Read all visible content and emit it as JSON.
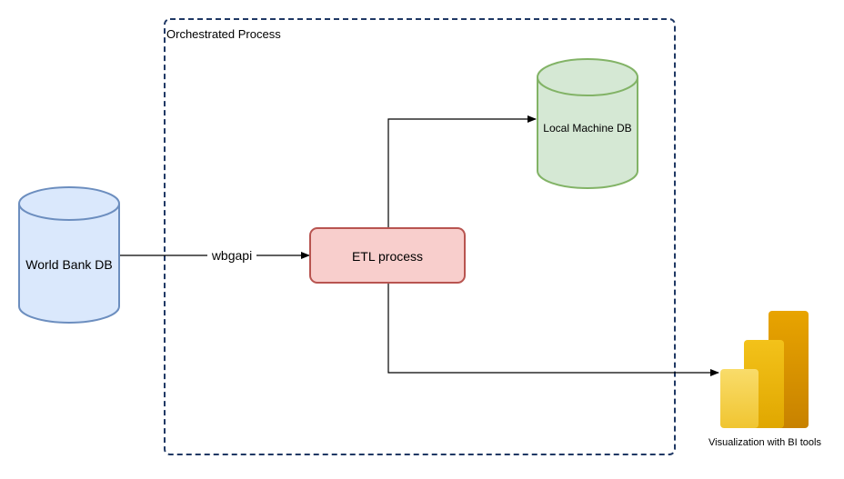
{
  "group": {
    "label": "Orchestrated Process"
  },
  "nodes": {
    "world_bank_db": {
      "label": "World Bank DB",
      "shape": "cylinder"
    },
    "etl_process": {
      "label": "ETL process",
      "shape": "rounded-rectangle"
    },
    "local_machine_db": {
      "label": "Local Machine DB",
      "shape": "cylinder"
    },
    "bi_tools": {
      "label": "Visualization with BI tools",
      "icon": "power-bi-icon"
    }
  },
  "edges": {
    "wb_to_etl": {
      "label": "wbgapi",
      "from": "World Bank DB",
      "to": "ETL process"
    },
    "etl_to_local": {
      "label": "",
      "from": "ETL process",
      "to": "Local Machine DB"
    },
    "etl_to_bi": {
      "label": "",
      "from": "ETL process",
      "to": "Visualization with BI tools"
    }
  },
  "colors": {
    "group_border": "#1f3864",
    "world_bank_fill": "#dae8fc",
    "world_bank_stroke": "#6c8ebf",
    "etl_fill": "#f8cecc",
    "etl_stroke": "#b85450",
    "local_db_fill": "#d5e8d4",
    "local_db_stroke": "#82b366",
    "edge": "#000000"
  }
}
